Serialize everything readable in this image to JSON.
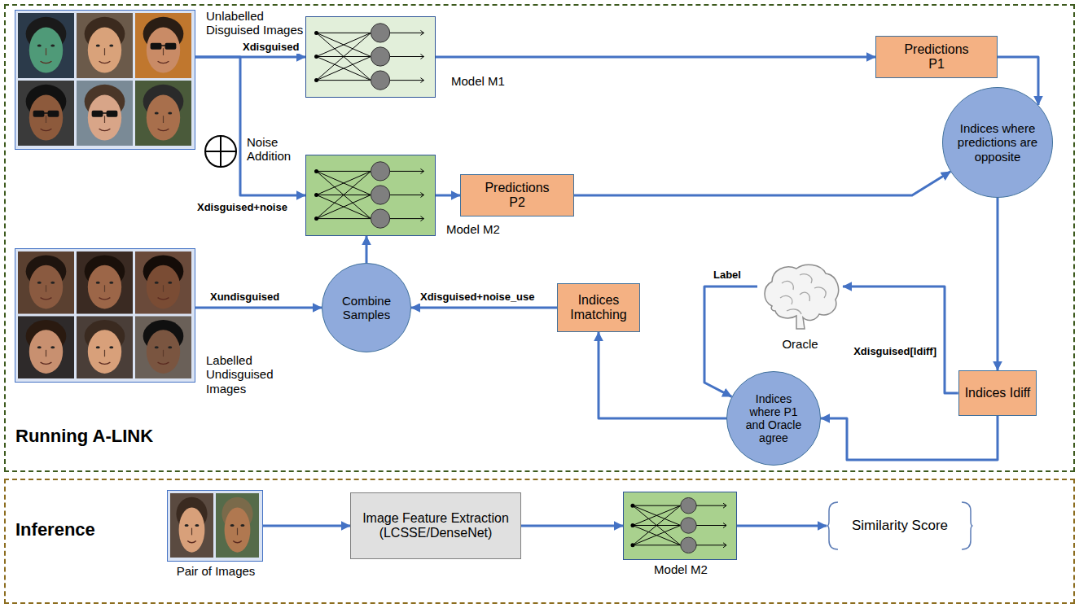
{
  "diagram": {
    "nodes": [
      {
        "text": [
          "Running A-LINK"
        ]
      },
      {
        "text": [
          "Unlabelled Disguised Images"
        ],
        "in": 0
      },
      {
        "text": [
          "Model M1"
        ],
        "in": 0
      },
      {
        "text": [
          "Predictions P1"
        ],
        "in": 0
      },
      {
        "text": [
          "Model M2"
        ],
        "in": 0
      },
      {
        "text": [
          "Predictions P2"
        ],
        "in": 0
      },
      {
        "text": [
          "Indices where predictions are opposite"
        ],
        "in": 0
      },
      {
        "text": [
          "Labelled Undisguised Images"
        ],
        "in": 0
      },
      {
        "text": [
          "Combine Samples"
        ],
        "in": 0
      },
      {
        "text": [
          "Indices Imatching"
        ],
        "in": 0
      },
      {
        "text": [
          "Oracle"
        ],
        "in": 0
      },
      {
        "text": [
          "Indices where P1 and Oracle agree"
        ],
        "in": 0
      },
      {
        "text": [
          "Indices Idiff"
        ],
        "in": 0
      },
      {
        "text": [
          "Inference"
        ]
      },
      {
        "text": [
          "Pair of Images"
        ],
        "in": 13
      },
      {
        "text": [
          "Image Feature Extraction (LCSSE/DenseNet)"
        ],
        "in": 13
      },
      {
        "text": [
          "Model M2"
        ],
        "in": 13
      },
      {
        "text": [
          "Similarity Score"
        ],
        "in": 13
      }
    ],
    "edges": [
      {
        "from": 1,
        "to": 2,
        "arrow": "to",
        "label": "Xdisguised"
      },
      {
        "from": 1,
        "to": 4,
        "arrow": "to",
        "label": "Xdisguised+noise"
      },
      {
        "from": 2,
        "to": 3,
        "arrow": "to"
      },
      {
        "from": 4,
        "to": 5,
        "arrow": "to"
      },
      {
        "from": 3,
        "to": 6,
        "arrow": "to"
      },
      {
        "from": 5,
        "to": 6,
        "arrow": "to"
      },
      {
        "from": 6,
        "to": 12,
        "arrow": "to"
      },
      {
        "from": 12,
        "to": 10,
        "arrow": "to",
        "label": "Xdisguised[Idiff]"
      },
      {
        "from": 10,
        "to": 11,
        "arrow": "to",
        "label": "Label"
      },
      {
        "from": 12,
        "to": 11,
        "arrow": "to"
      },
      {
        "from": 11,
        "to": 9,
        "arrow": "to"
      },
      {
        "from": 9,
        "to": 8,
        "arrow": "to",
        "label": "Xdisguised+noise_use"
      },
      {
        "from": 7,
        "to": 8,
        "arrow": "to",
        "label": "Xundisguised"
      },
      {
        "from": 8,
        "to": 4,
        "arrow": "to"
      },
      {
        "from": 14,
        "to": 15,
        "arrow": "to"
      },
      {
        "from": 15,
        "to": 16,
        "arrow": "to"
      },
      {
        "from": 16,
        "to": 17,
        "arrow": "to"
      }
    ],
    "labels": [
      "Noise Addition"
    ]
  }
}
